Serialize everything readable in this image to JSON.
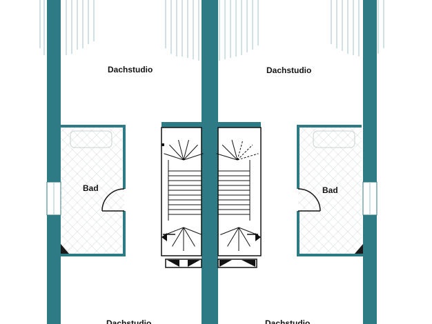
{
  "rooms": {
    "top_left": "Dachstudio",
    "top_right": "Dachstudio",
    "bath_left": "Bad",
    "bath_right": "Bad",
    "bottom_left": "Dachstudio",
    "bottom_right": "Dachstudio"
  },
  "colors": {
    "wall": "#2e7a85",
    "wall_dark": "#1f5f68",
    "line": "#1a1a1a",
    "background": "#ffffff"
  }
}
